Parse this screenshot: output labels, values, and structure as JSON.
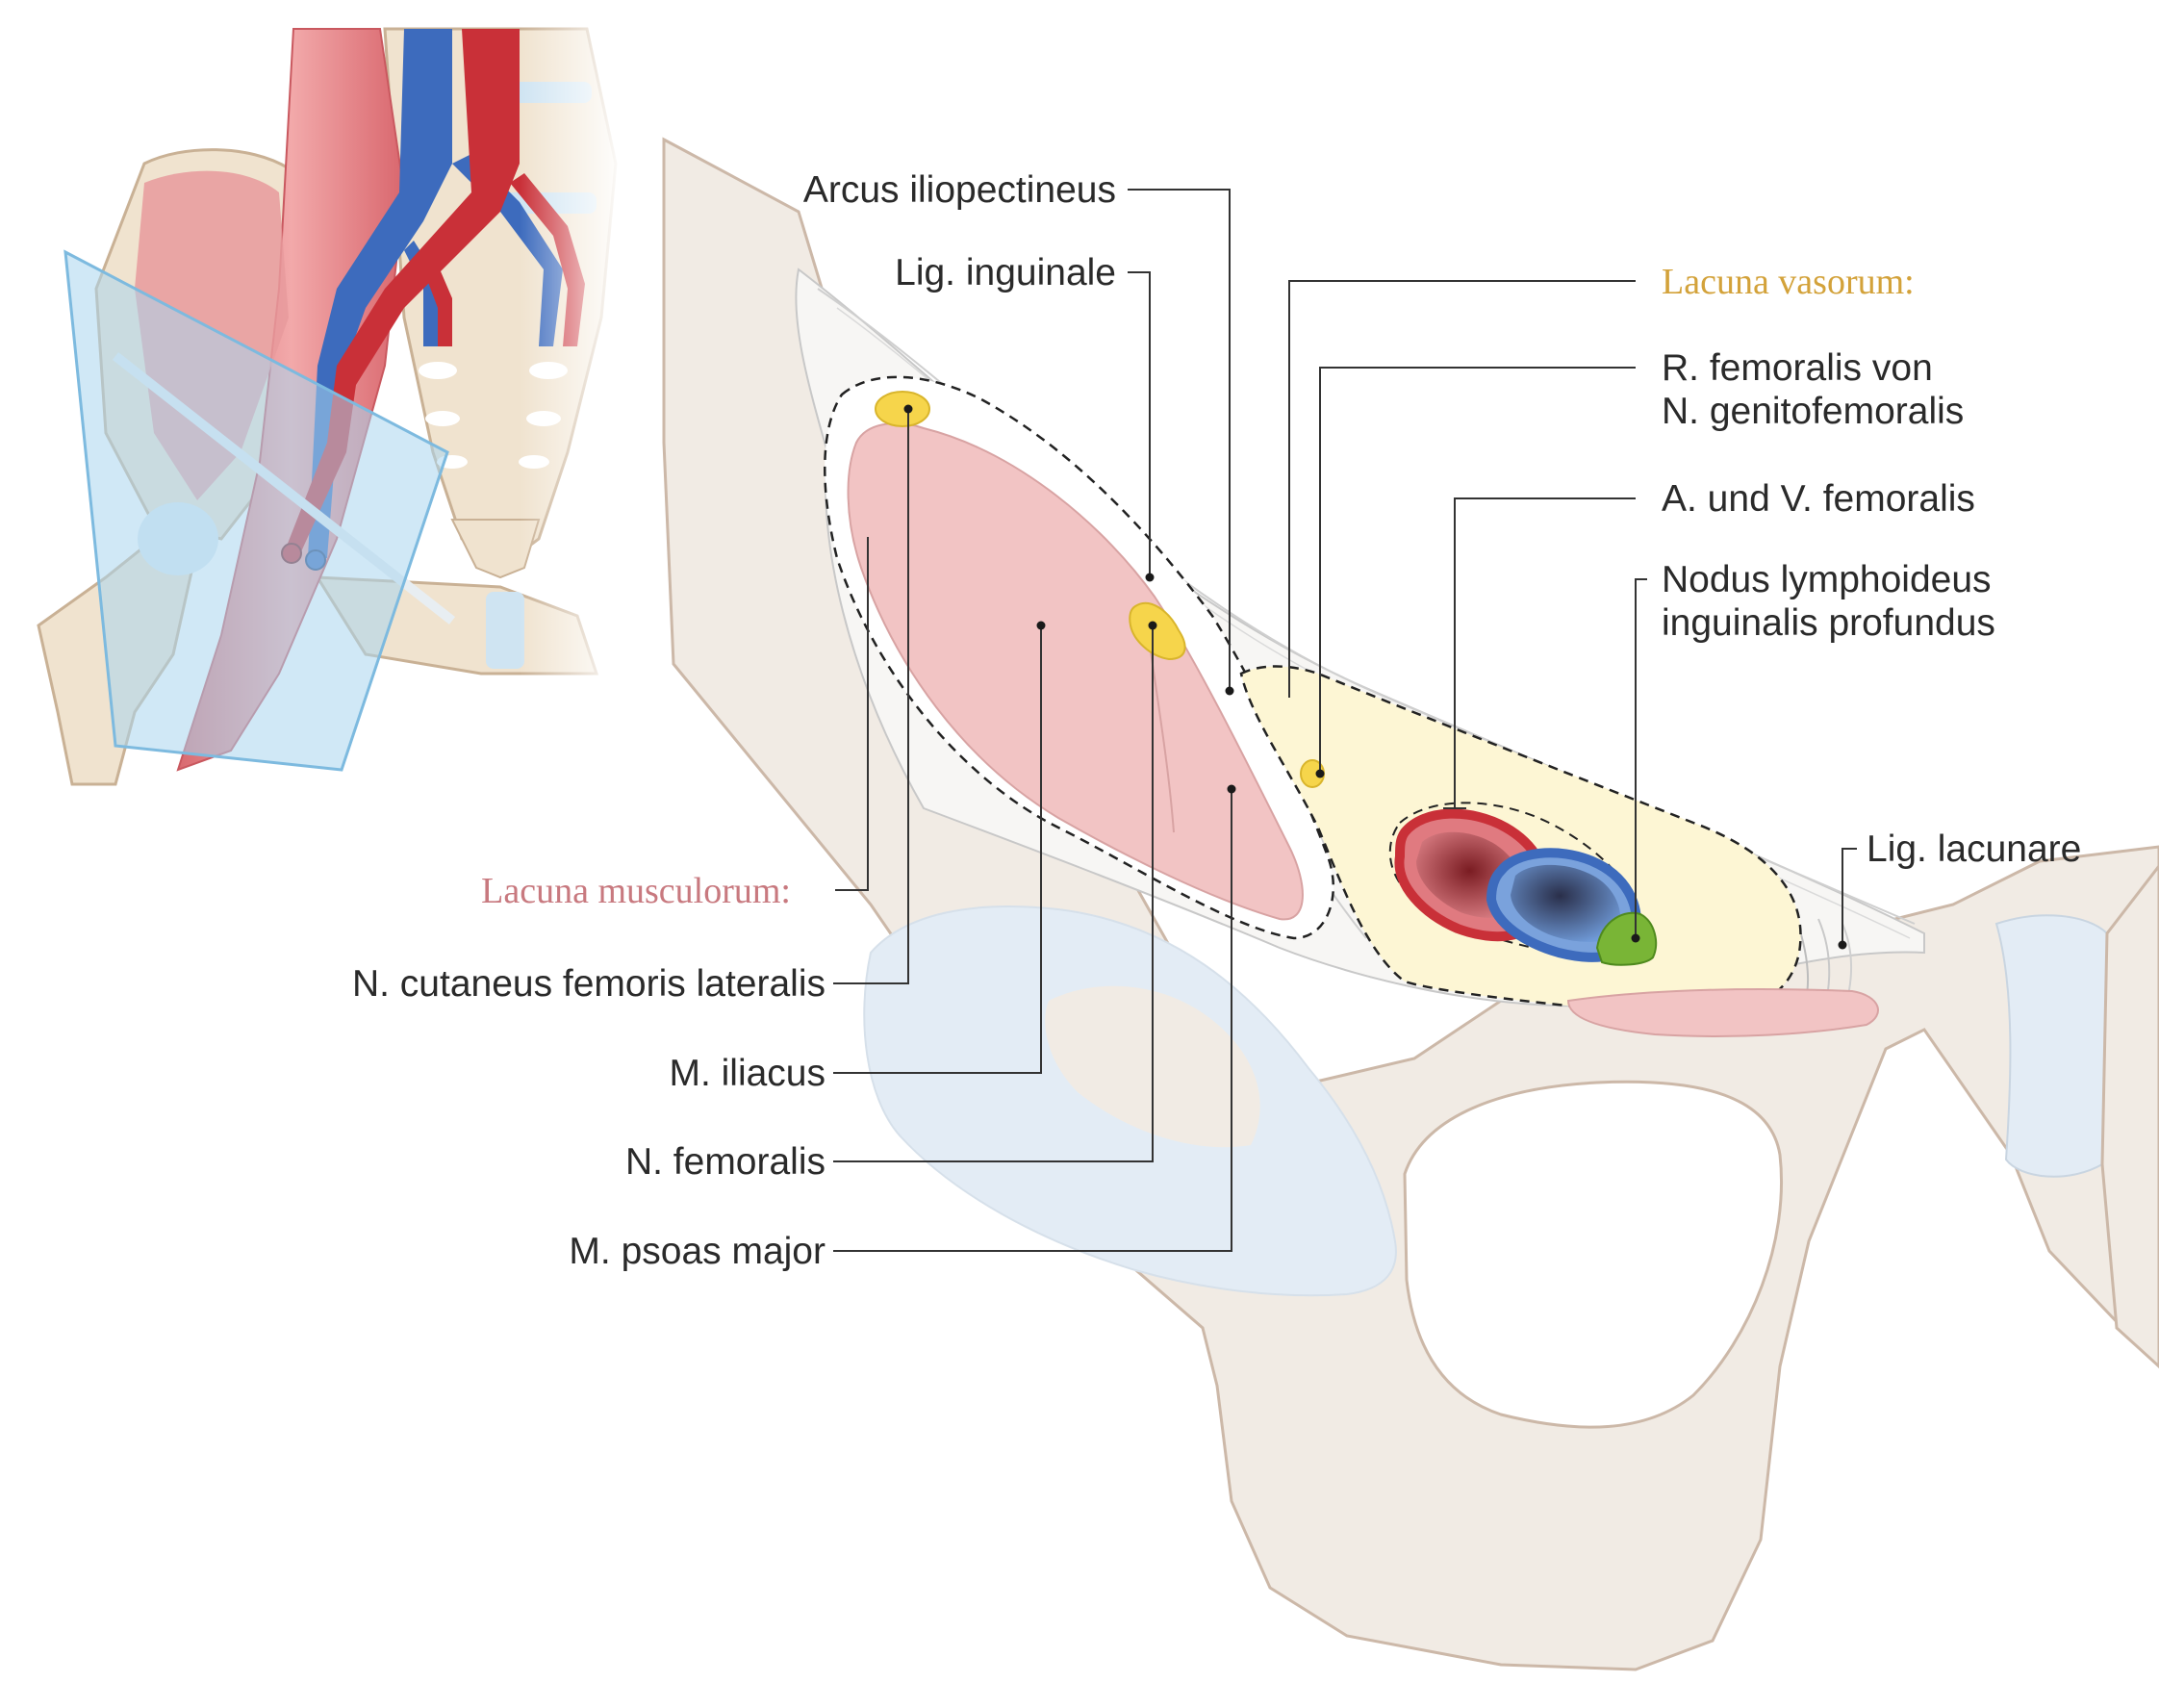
{
  "colors": {
    "bone": "#f1ebe4",
    "bone_outline": "#ccb8a8",
    "cartilage": "#e3ecf5",
    "muscle": "#f2c4c4",
    "muscle_outline": "#d8a3a3",
    "nerve": "#f6d54b",
    "vessel_region": "#fdf6d4",
    "artery": "#c93038",
    "vein": "#3d6bbd",
    "lymph_node": "#79b536",
    "lacuna_musculorum_label": "#c8797f",
    "lacuna_vasorum_label": "#d3a23a",
    "inset_plane": "#a9d5ee"
  },
  "headings": {
    "lacuna_vasorum": "Lacuna vasorum:",
    "lacuna_musculorum": "Lacuna musculorum:"
  },
  "labels": {
    "arcus_iliopectineus": "Arcus iliopectineus",
    "lig_inguinale": "Lig. inguinale",
    "r_femoralis_line1": "R. femoralis von",
    "r_femoralis_line2": "N. genitofemoralis",
    "a_v_femoralis": "A. und V. femoralis",
    "nodus_line1": "Nodus lymphoideus",
    "nodus_line2": "inguinalis profundus",
    "lig_lacunare": "Lig. lacunare",
    "n_cutaneus": "N. cutaneus femoris lateralis",
    "m_iliacus": "M. iliacus",
    "n_femoralis": "N. femoralis",
    "m_psoas": "M. psoas major"
  }
}
